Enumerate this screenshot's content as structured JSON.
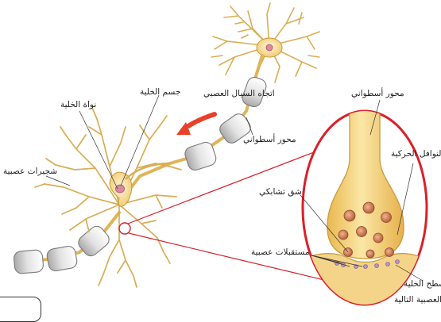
{
  "labels": {
    "nerve_impulse_direction": "اتجاه السيال العصبي",
    "cell_body": "جسم الخلية",
    "cell_nucleus": "نواة الخلية",
    "dendrites": "شجيرات عصبية",
    "axon": "محور أسطواني",
    "axon_zoom": "محور أسطواني",
    "axon_terminals": "النوافل الحركية",
    "synaptic_cleft": "شق تشابكي",
    "neuroreceptors": "مستقبلات عصبية",
    "next_cell_surface_line1": "سطح الخلية",
    "next_cell_surface_line2": "العصبية التالية"
  },
  "colors": {
    "neuron_fill": "#f5d98f",
    "neuron_stroke": "#c79a3a",
    "myelin_fill": "#e6e6e6",
    "myelin_stroke": "#7a7a7a",
    "zoom_circle": "#d9202a",
    "arrow": "#e8412a",
    "vesicle_fill": "#c8744e",
    "receptor": "#9b6fb0"
  }
}
